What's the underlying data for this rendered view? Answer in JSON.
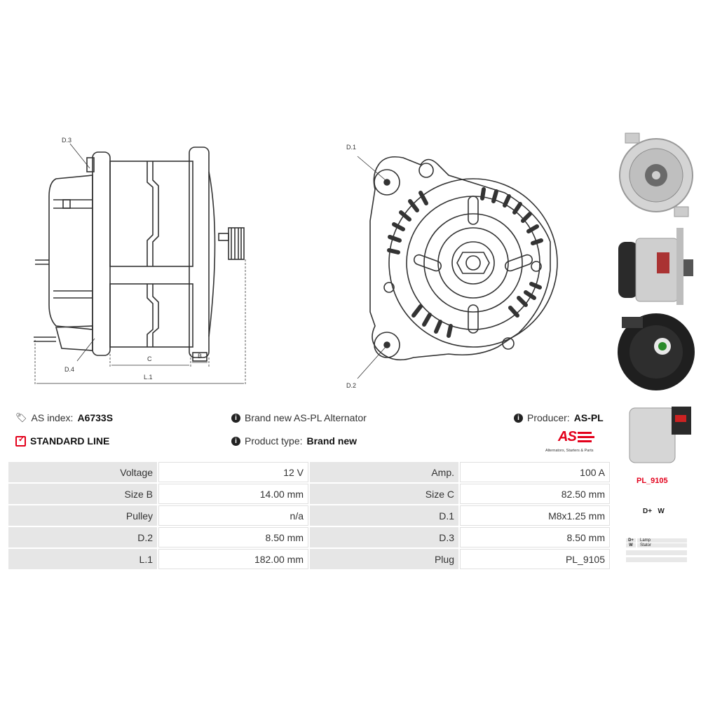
{
  "drawing": {
    "side_labels": {
      "d3": "D.3",
      "d4": "D.4",
      "c": "C",
      "b": "B",
      "l1": "L.1"
    },
    "front_labels": {
      "d1": "D.1",
      "d2": "D.2"
    }
  },
  "info": {
    "as_index_label": "AS index:",
    "as_index_value": "A6733S",
    "line": "STANDARD LINE",
    "description": "Brand new AS-PL Alternator",
    "product_type_label": "Product type:",
    "product_type_value": "Brand new",
    "producer_label": "Producer:",
    "producer_value": "AS-PL"
  },
  "logo": {
    "text": "AS",
    "tagline": "Alternators, Starters & Parts"
  },
  "specs": [
    {
      "k1": "Voltage",
      "v1": "12 V",
      "k2": "Amp.",
      "v2": "100 A"
    },
    {
      "k1": "Size B",
      "v1": "14.00 mm",
      "k2": "Size C",
      "v2": "82.50 mm"
    },
    {
      "k1": "Pulley",
      "v1": "n/a",
      "k2": "D.1",
      "v2": "M8x1.25 mm"
    },
    {
      "k1": "D.2",
      "v1": "8.50 mm",
      "k2": "D.3",
      "v2": "8.50 mm"
    },
    {
      "k1": "L.1",
      "v1": "182.00 mm",
      "k2": "Plug",
      "v2": "PL_9105"
    }
  ],
  "plug": {
    "code": "PL_9105",
    "pins": "D+   W",
    "legend": [
      {
        "pin": "D+",
        "desc": "Lamp"
      },
      {
        "pin": "W",
        "desc": "Stator"
      }
    ]
  },
  "colors": {
    "accent": "#e3001b",
    "cell_gray": "#e6e6e6"
  }
}
